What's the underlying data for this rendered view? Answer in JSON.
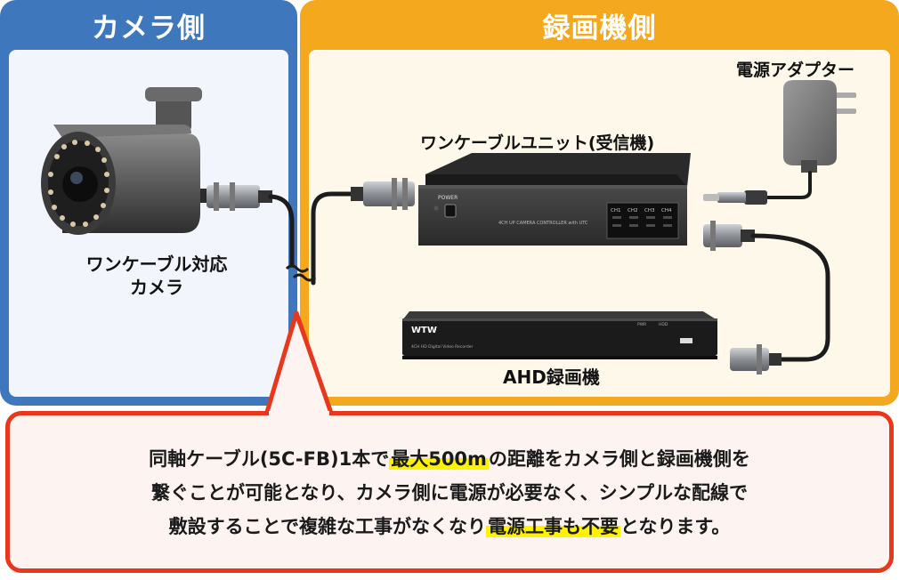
{
  "camera_side": {
    "title": "カメラ側",
    "camera_label": "ワンケーブル対応\nカメラ"
  },
  "recorder_side": {
    "title": "録画機側",
    "unit_label": "ワンケーブルユニット(受信機)",
    "unit_power_text": "POWER",
    "unit_model_text": "4CH UP CAMERA CONTROLLER with UTC",
    "unit_ch_labels": [
      "CH1",
      "CH2",
      "CH3",
      "CH4"
    ],
    "adapter_label": "電源アダプター",
    "ahd_label": "AHD録画機",
    "dvr_brand": "WTW",
    "dvr_model_text": "4CH HD Digital Video Recorder",
    "dvr_indicators": [
      "PWR",
      "HDD"
    ]
  },
  "callout": {
    "line1_a": "同軸ケーブル(5C-FB)1本で",
    "line1_hl": "最大500m",
    "line1_b": "の距離をカメラ側と録画機側を",
    "line2": "繋ぐことが可能となり、カメラ側に電源が必要なく、シンプルな配線で",
    "line3_a": "敷設することで複雑な工事がなくなり",
    "line3_hl": "電源工事も不要",
    "line3_b": "となります。"
  },
  "colors": {
    "camera_panel": "#3f77bd",
    "recorder_panel": "#f3a81d",
    "callout_border": "#e8371c",
    "highlight": "#fff200"
  }
}
